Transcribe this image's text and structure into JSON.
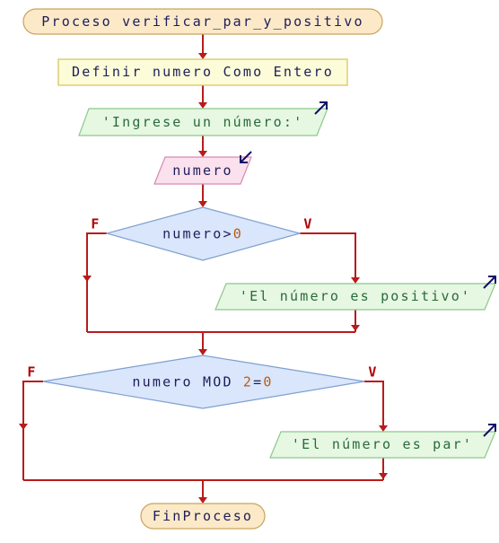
{
  "colors": {
    "edge": "#b81b1b",
    "terminal_fill": "#fbe9c8",
    "terminal_stroke": "#c9a35e",
    "define_fill": "#fcfcd8",
    "define_stroke": "#d6c25a",
    "output_fill": "#e6f7e2",
    "output_stroke": "#8cc88c",
    "input_fill": "#fbe0ee",
    "input_stroke": "#d68ab0",
    "decision_fill": "#d9e6fb",
    "decision_stroke": "#7f9fcf",
    "text": "#1e1e5a",
    "string_text": "#2a6a3a",
    "number_text": "#c05a10"
  },
  "nodes": {
    "start": {
      "label": "Proceso verificar_par_y_positivo"
    },
    "define": {
      "label": "Definir numero Como Entero"
    },
    "prompt": {
      "label": "'Ingrese un número:'",
      "icon": "output-arrow-icon"
    },
    "read": {
      "label": "numero",
      "icon": "input-arrow-icon"
    },
    "decision1": {
      "label_expr": "numero>",
      "label_num": "0",
      "true_label": "V",
      "false_label": "F"
    },
    "out_positive": {
      "label": "'El número es positivo'",
      "icon": "output-arrow-icon"
    },
    "decision2": {
      "label_expr": "numero MOD ",
      "label_num1": "2",
      "label_op": "=",
      "label_num2": "0",
      "true_label": "V",
      "false_label": "F"
    },
    "out_even": {
      "label": "'El número es par'",
      "icon": "output-arrow-icon"
    },
    "end": {
      "label": "FinProceso"
    }
  }
}
